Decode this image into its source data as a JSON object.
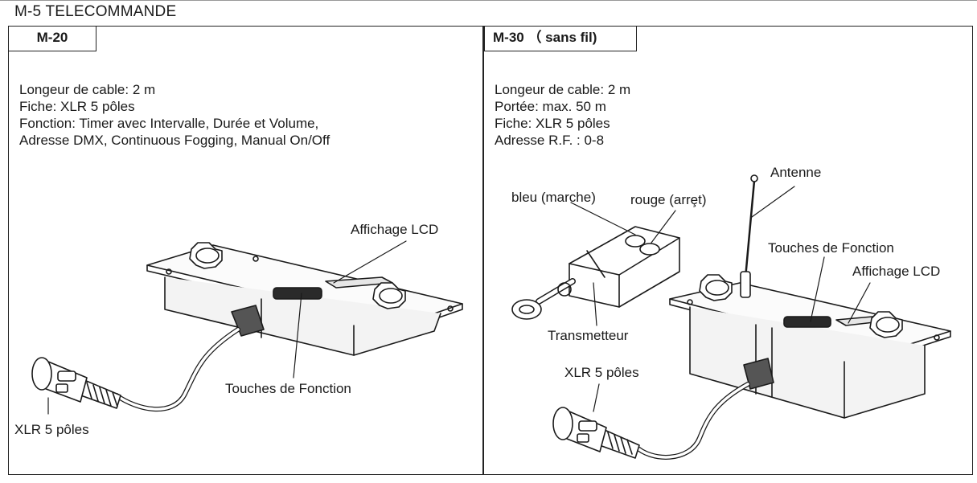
{
  "page": {
    "section_title": "M-5 TELECOMMANDE"
  },
  "left_panel": {
    "tab_label": "M-20",
    "specs": [
      "Longeur de cable: 2 m",
      "Fiche: XLR 5 pôles",
      "Fonction: Timer avec Intervalle, Durée et Volume,",
      "Adresse DMX, Continuous Fogging, Manual On/Off"
    ],
    "callouts": {
      "lcd": "Affichage LCD",
      "function_keys": "Touches de Fonction",
      "xlr": "XLR 5 pôles"
    }
  },
  "right_panel": {
    "tab_label": "M-30 （ sans fil)",
    "specs": [
      "Longeur de cable: 2 m",
      "Portée: max. 50 m",
      "Fiche: XLR 5 pôles",
      "Adresse R.F. : 0-8"
    ],
    "callouts": {
      "antenna": "Antenne",
      "blue": "bleu (marche)",
      "red": "rouge (arrȩt)",
      "function_keys": "Touches de Fonction",
      "lcd": "Affichage LCD",
      "transmitter": "Transmetteur",
      "xlr": "XLR 5 pôles"
    }
  }
}
